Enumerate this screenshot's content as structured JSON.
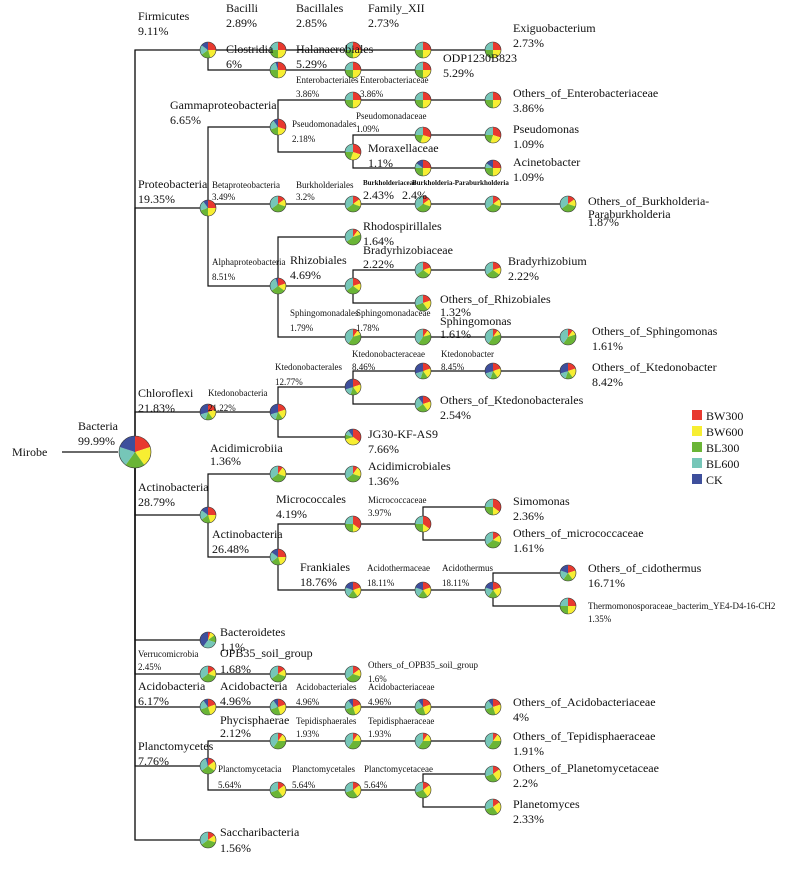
{
  "colors": {
    "BW300": "#e8392f",
    "BW600": "#f7ee32",
    "BL300": "#6ab536",
    "BL600": "#76c6b8",
    "CK": "#3e4f9c"
  },
  "legend": [
    "BW300",
    "BW600",
    "BL300",
    "BL600",
    "CK"
  ],
  "root_label": "Mirobe",
  "nodes": {
    "bacteria": {
      "name": "Bacteria",
      "pct": "99.99%",
      "pie": [
        0.2,
        0.2,
        0.2,
        0.2,
        0.2
      ]
    },
    "firmicutes": {
      "name": "Firmicutes",
      "pct": "9.11%",
      "pie": [
        0.25,
        0.2,
        0.2,
        0.2,
        0.15
      ]
    },
    "bacilli": {
      "name": "Bacilli",
      "pct": "2.89%",
      "pie": [
        0.25,
        0.25,
        0.25,
        0.25,
        0
      ]
    },
    "bacillales": {
      "name": "Bacillales",
      "pct": "2.85%",
      "pie": [
        0.25,
        0.25,
        0.25,
        0.25,
        0
      ]
    },
    "family_xii": {
      "name": "Family_XII",
      "pct": "2.73%",
      "pie": [
        0.25,
        0.25,
        0.25,
        0.25,
        0
      ]
    },
    "exiguobacterium": {
      "name": "Exiguobacterium",
      "pct": "2.73%",
      "pie": [
        0.25,
        0.25,
        0.25,
        0.25,
        0
      ]
    },
    "clostridia": {
      "name": "Clostridia",
      "pct": "6%",
      "pie": [
        0.25,
        0.25,
        0.25,
        0.2,
        0.05
      ]
    },
    "halanaerobiales": {
      "name": "Halanaerobiales",
      "pct": "5.29%",
      "pie": [
        0.25,
        0.25,
        0.25,
        0.25,
        0
      ]
    },
    "odp": {
      "name": "ODP1230B823",
      "pct": "5.29%",
      "pie": [
        0.25,
        0.25,
        0.25,
        0.25,
        0
      ]
    },
    "proteobacteria": {
      "name": "Proteobacteria",
      "pct": "19.35%",
      "pie": [
        0.25,
        0.25,
        0.2,
        0.2,
        0.1
      ]
    },
    "gamma": {
      "name": "Gammaproteobacteria",
      "pct": "6.65%",
      "pie": [
        0.3,
        0.2,
        0.2,
        0.2,
        0.1
      ]
    },
    "enterobacteriales": {
      "name": "Enterobacteriales",
      "pct": "3.86%",
      "pie": [
        0.25,
        0.25,
        0.25,
        0.25,
        0
      ]
    },
    "enterobacteriaceae": {
      "name": "Enterobacteriaceae",
      "pct": "3.86%",
      "pie": [
        0.25,
        0.25,
        0.25,
        0.25,
        0
      ]
    },
    "others_entero": {
      "name": "Others_of_Enterobacteriaceae",
      "pct": "3.86%",
      "pie": [
        0.25,
        0.25,
        0.25,
        0.25,
        0
      ]
    },
    "pseudomonadales": {
      "name": "Pseudomonadales",
      "pct": "2.18%",
      "pie": [
        0.3,
        0.25,
        0.2,
        0.25,
        0
      ]
    },
    "pseudomonadaceae": {
      "name": "Pseudomonadaceae",
      "pct": "1.09%",
      "pie": [
        0.3,
        0.25,
        0.2,
        0.25,
        0
      ]
    },
    "pseudomonas": {
      "name": "Pseudomonas",
      "pct": "1.09%",
      "pie": [
        0.3,
        0.25,
        0.2,
        0.25,
        0
      ]
    },
    "moraxellaceae": {
      "name": "Moraxellaceae",
      "pct": "1.1%",
      "pie": [
        0.25,
        0.25,
        0.25,
        0.1,
        0.15
      ]
    },
    "acinetobacter": {
      "name": "Acinetobacter",
      "pct": "1.09%",
      "pie": [
        0.25,
        0.25,
        0.25,
        0.1,
        0.15
      ]
    },
    "beta": {
      "name": "Betaproteobacteria",
      "pct": "3.49%",
      "pie": [
        0.15,
        0.15,
        0.35,
        0.35,
        0
      ]
    },
    "burkholderiales": {
      "name": "Burkholderiales",
      "pct": "3.2%",
      "pie": [
        0.15,
        0.15,
        0.35,
        0.35,
        0
      ]
    },
    "burkholderiaceae": {
      "name": "Burkholderiaceae",
      "pct": "2.43%",
      "pie": [
        0.15,
        0.15,
        0.35,
        0.35,
        0
      ]
    },
    "burk_para": {
      "name": "Burkholderia-Paraburkholderia",
      "pct": "2.4%",
      "pie": [
        0.15,
        0.15,
        0.35,
        0.35,
        0
      ]
    },
    "others_burk": {
      "name": "Others_of_Burkholderia-",
      "name2": "Paraburkholderia",
      "pct": "1.87%",
      "pie": [
        0.15,
        0.15,
        0.35,
        0.35,
        0
      ]
    },
    "alpha": {
      "name": "Alphaproteobacteria",
      "pct": "8.51%",
      "pie": [
        0.2,
        0.15,
        0.3,
        0.3,
        0.05
      ]
    },
    "rhodospirillales": {
      "name": "Rhodospirillales",
      "pct": "1.64%",
      "pie": [
        0.1,
        0.1,
        0.45,
        0.35,
        0
      ]
    },
    "rhizobiales": {
      "name": "Rhizobiales",
      "pct": "4.69%",
      "pie": [
        0.2,
        0.15,
        0.3,
        0.35,
        0
      ]
    },
    "bradyrhizobiaceae": {
      "name": "Bradyrhizobiaceae",
      "pct": "2.22%",
      "pie": [
        0.2,
        0.15,
        0.3,
        0.35,
        0
      ]
    },
    "bradyrhizobium": {
      "name": "Bradyrhizobium",
      "pct": "2.22%",
      "pie": [
        0.2,
        0.15,
        0.3,
        0.35,
        0
      ]
    },
    "others_rhizo": {
      "name": "Others_of_Rhizobiales",
      "pct": "1.32%",
      "pie": [
        0.2,
        0.2,
        0.3,
        0.3,
        0
      ]
    },
    "sphingomonadales": {
      "name": "Sphingomonadales",
      "pct": "1.79%",
      "pie": [
        0.1,
        0.1,
        0.4,
        0.4,
        0
      ]
    },
    "sphingomonadaceae": {
      "name": "Sphingomonadaceae",
      "pct": "1.78%",
      "pie": [
        0.1,
        0.1,
        0.4,
        0.4,
        0
      ]
    },
    "sphingomonas": {
      "name": "Sphingomonas",
      "pct": "1.61%",
      "pie": [
        0.1,
        0.1,
        0.4,
        0.4,
        0
      ]
    },
    "others_sphingo": {
      "name": "Others_of_Sphingomonas",
      "pct": "1.61%",
      "pie": [
        0.1,
        0.1,
        0.4,
        0.4,
        0
      ]
    },
    "chloroflexi": {
      "name": "Chloroflexi",
      "pct": "21.83%",
      "pie": [
        0.2,
        0.2,
        0.15,
        0.15,
        0.3
      ]
    },
    "ktedonobacteria": {
      "name": "Ktedonobacteria",
      "pct": "21.22%",
      "pie": [
        0.2,
        0.2,
        0.15,
        0.15,
        0.3
      ]
    },
    "ktedonobacterales": {
      "name": "Ktedonobacterales",
      "pct": "12.77%",
      "pie": [
        0.2,
        0.2,
        0.15,
        0.15,
        0.3
      ]
    },
    "ktedonobacteraceae": {
      "name": "Ktedonobacteraceae",
      "pct": "8.46%",
      "pie": [
        0.2,
        0.2,
        0.15,
        0.15,
        0.3
      ]
    },
    "ktedonobacter": {
      "name": "Ktedonobacter",
      "pct": "8.45%",
      "pie": [
        0.2,
        0.2,
        0.15,
        0.15,
        0.3
      ]
    },
    "others_ktedonobacter": {
      "name": "Others_of_Ktedonobacter",
      "pct": "8.42%",
      "pie": [
        0.2,
        0.2,
        0.15,
        0.15,
        0.3
      ]
    },
    "others_ktedonobacterales": {
      "name": "Others_of_Ktedonobacterales",
      "pct": "2.54%",
      "pie": [
        0.2,
        0.2,
        0.25,
        0.25,
        0.1
      ]
    },
    "jg30": {
      "name": "JG30-KF-AS9",
      "pct": "7.66%",
      "pie": [
        0.35,
        0.35,
        0.1,
        0.1,
        0.1
      ]
    },
    "actinobacteria": {
      "name": "Actinobacteria",
      "pct": "28.79%",
      "pie": [
        0.25,
        0.2,
        0.2,
        0.2,
        0.15
      ]
    },
    "acidimicrobiia": {
      "name": "Acidimicrobiia",
      "pct": "1.36%",
      "pie": [
        0.1,
        0.2,
        0.35,
        0.35,
        0
      ]
    },
    "acidimicrobiales": {
      "name": "Acidimicrobiales",
      "pct": "1.36%",
      "pie": [
        0.1,
        0.2,
        0.35,
        0.35,
        0
      ]
    },
    "actinobacteria_c": {
      "name": "Actinobacteria",
      "pct": "26.48%",
      "pie": [
        0.25,
        0.2,
        0.2,
        0.2,
        0.15
      ]
    },
    "micrococcales": {
      "name": "Micrococcales",
      "pct": "4.19%",
      "pie": [
        0.35,
        0.15,
        0.25,
        0.25,
        0
      ]
    },
    "micrococcaceae": {
      "name": "Micrococcaceae",
      "pct": "3.97%",
      "pie": [
        0.35,
        0.15,
        0.25,
        0.25,
        0
      ]
    },
    "simomonas": {
      "name": "Simomonas",
      "pct": "2.36%",
      "pie": [
        0.35,
        0.15,
        0.25,
        0.25,
        0
      ]
    },
    "others_micrococcaceae": {
      "name": "Others_of_micrococcaceae",
      "pct": "1.61%",
      "pie": [
        0.15,
        0.15,
        0.35,
        0.35,
        0
      ]
    },
    "frankiales": {
      "name": "Frankiales",
      "pct": "18.76%",
      "pie": [
        0.2,
        0.2,
        0.2,
        0.2,
        0.2
      ]
    },
    "acidothermaceae": {
      "name": "Acidothermaceae",
      "pct": "18.11%",
      "pie": [
        0.2,
        0.2,
        0.2,
        0.2,
        0.2
      ]
    },
    "acidothermus": {
      "name": "Acidothermus",
      "pct": "18.11%",
      "pie": [
        0.2,
        0.2,
        0.2,
        0.2,
        0.2
      ]
    },
    "others_cidothermus": {
      "name": "Others_of_cidothermus",
      "pct": "16.71%",
      "pie": [
        0.2,
        0.2,
        0.2,
        0.2,
        0.2
      ]
    },
    "thermomonospora": {
      "name": "Thermomonosporaceae_bacterim_YE4-D4-16-CH2",
      "pct": "1.35%",
      "pie": [
        0.25,
        0.25,
        0.25,
        0.25,
        0
      ]
    },
    "bacteroidetes": {
      "name": "Bacteroidetes",
      "pct": "1.1%",
      "pie": [
        0.05,
        0.1,
        0.15,
        0.3,
        0.4
      ]
    },
    "verrucomicrobia": {
      "name": "Verrucomicrobia",
      "pct": "2.45%",
      "pie": [
        0.15,
        0.15,
        0.35,
        0.35,
        0
      ]
    },
    "opb35": {
      "name": "OPB35_soil_group",
      "pct": "1.68%",
      "pie": [
        0.15,
        0.15,
        0.35,
        0.35,
        0
      ]
    },
    "others_opb35": {
      "name": "Others_of_OPB35_soil_group",
      "pct": "1.6%",
      "pie": [
        0.15,
        0.15,
        0.35,
        0.35,
        0
      ]
    },
    "acidobacteria": {
      "name": "Acidobacteria",
      "pct": "6.17%",
      "pie": [
        0.2,
        0.25,
        0.25,
        0.2,
        0.1
      ]
    },
    "acidobacteria_c": {
      "name": "Acidobacteria",
      "pct": "4.96%",
      "pie": [
        0.2,
        0.25,
        0.25,
        0.2,
        0.1
      ]
    },
    "acidobacteriales": {
      "name": "Acidobacteriales",
      "pct": "4.96%",
      "pie": [
        0.2,
        0.25,
        0.25,
        0.2,
        0.1
      ]
    },
    "acidobacteriaceae": {
      "name": "Acidobacteriaceae",
      "pct": "4.96%",
      "pie": [
        0.2,
        0.25,
        0.25,
        0.2,
        0.1
      ]
    },
    "others_acidobacteriaceae": {
      "name": "Others_of_Acidobacteriaceae",
      "pct": "4%",
      "pie": [
        0.2,
        0.25,
        0.25,
        0.2,
        0.1
      ]
    },
    "planctomycetes": {
      "name": "Planctomycetes",
      "pct": "7.76%",
      "pie": [
        0.15,
        0.2,
        0.3,
        0.3,
        0.05
      ]
    },
    "phycisphaerae": {
      "name": "Phycisphaerae",
      "pct": "2.12%",
      "pie": [
        0.1,
        0.15,
        0.35,
        0.4,
        0
      ]
    },
    "tepidisphaerales": {
      "name": "Tepidisphaerales",
      "pct": "1.93%",
      "pie": [
        0.1,
        0.15,
        0.35,
        0.4,
        0
      ]
    },
    "tepidisphaeraceae": {
      "name": "Tepidisphaeraceae",
      "pct": "1.93%",
      "pie": [
        0.1,
        0.15,
        0.35,
        0.4,
        0
      ]
    },
    "others_tepidisphaeraceae": {
      "name": "Others_of_Tepidisphaeraceae",
      "pct": "1.91%",
      "pie": [
        0.1,
        0.15,
        0.35,
        0.4,
        0
      ]
    },
    "planctomycetacia": {
      "name": "Planctomycetacia",
      "pct": "5.64%",
      "pie": [
        0.15,
        0.25,
        0.3,
        0.3,
        0
      ]
    },
    "planctomycetales": {
      "name": "Planctomycetales",
      "pct": "5.64%",
      "pie": [
        0.15,
        0.25,
        0.3,
        0.3,
        0
      ]
    },
    "planctomycetaceae": {
      "name": "Planctomycetaceae",
      "pct": "5.64%",
      "pie": [
        0.15,
        0.25,
        0.3,
        0.3,
        0
      ]
    },
    "others_planetomycetaceae": {
      "name": "Others_of_Planetomycetaceae",
      "pct": "2.2%",
      "pie": [
        0.15,
        0.25,
        0.3,
        0.3,
        0
      ]
    },
    "planetomyces": {
      "name": "Planetomyces",
      "pct": "2.33%",
      "pie": [
        0.15,
        0.25,
        0.3,
        0.3,
        0
      ]
    },
    "saccharibacteria": {
      "name": "Saccharibacteria",
      "pct": "1.56%",
      "pie": [
        0.15,
        0.15,
        0.35,
        0.35,
        0
      ]
    }
  }
}
